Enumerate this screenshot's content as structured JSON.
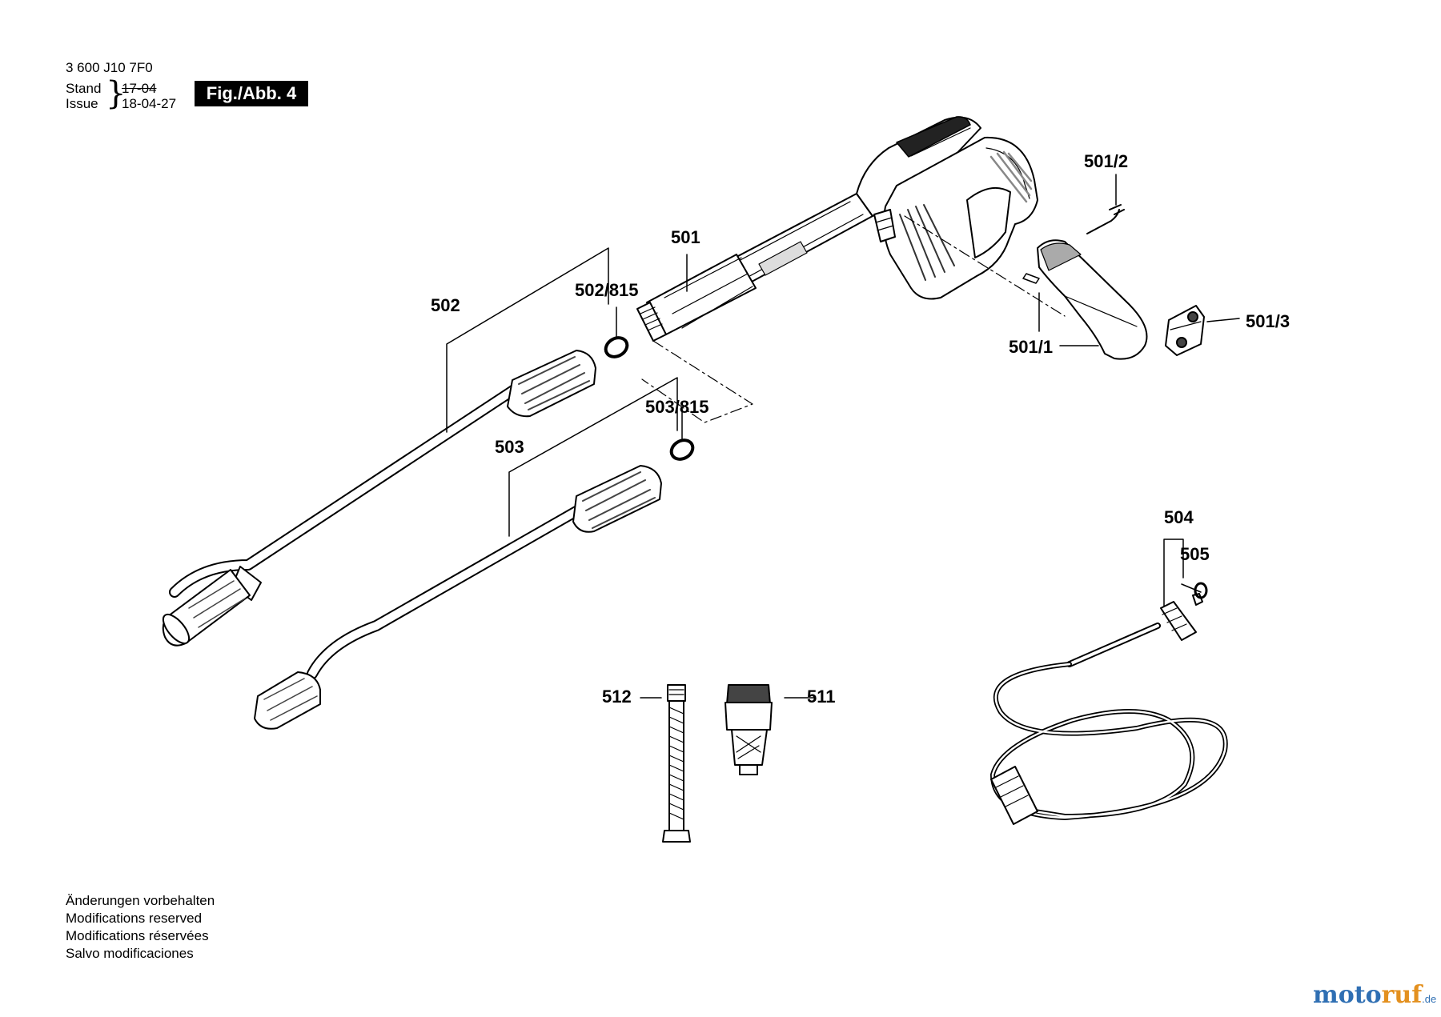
{
  "header": {
    "doc_code": "3 600 J10 7F0",
    "stand_label": "Stand",
    "issue_label": "Issue",
    "old_date": "17-04",
    "new_date": "18-04-27",
    "figure_label": "Fig./Abb. 4"
  },
  "part_labels": {
    "p501": "501",
    "p501_1": "501/1",
    "p501_2": "501/2",
    "p501_3": "501/3",
    "p502": "502",
    "p502_815": "502/815",
    "p503": "503",
    "p503_815": "503/815",
    "p504": "504",
    "p505": "505",
    "p511": "511",
    "p512": "512"
  },
  "notes": [
    "Änderungen vorbehalten",
    "Modifications reserved",
    "Modifications réservées",
    "Salvo modificaciones"
  ],
  "watermark": {
    "part1": "moto",
    "part2": "ruf",
    "part3": ".de"
  }
}
